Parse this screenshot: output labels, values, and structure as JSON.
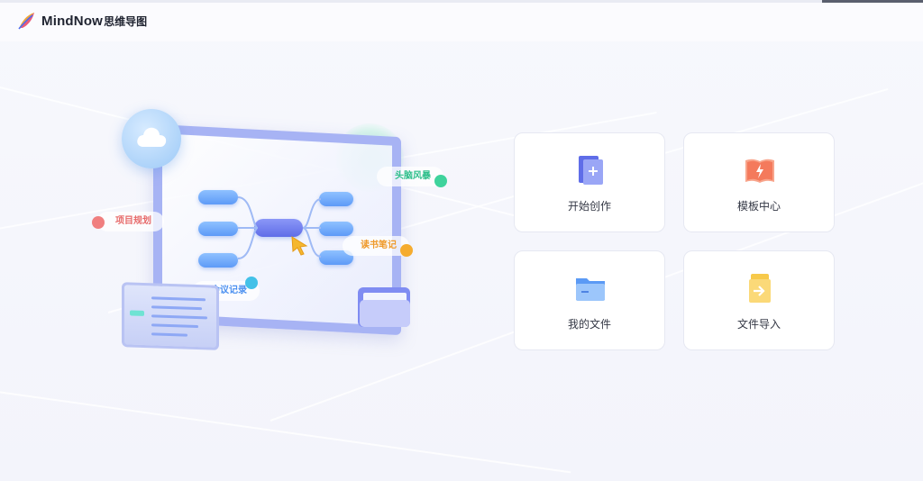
{
  "app": {
    "name": "MindNow",
    "subtitle": "思维导图"
  },
  "illustration": {
    "tags": {
      "project": "项目规划",
      "brainstorm": "头脑风暴",
      "reading": "读书笔记",
      "meeting": "会议记录"
    }
  },
  "actions": [
    {
      "label": "开始创作",
      "icon": "new-document-icon"
    },
    {
      "label": "模板中心",
      "icon": "template-book-icon"
    },
    {
      "label": "我的文件",
      "icon": "folder-icon"
    },
    {
      "label": "文件导入",
      "icon": "file-import-icon"
    }
  ],
  "colors": {
    "accent": "#5f6de8",
    "template": "#f47a5c",
    "import": "#f5b72e",
    "folder": "#5b9af5"
  }
}
